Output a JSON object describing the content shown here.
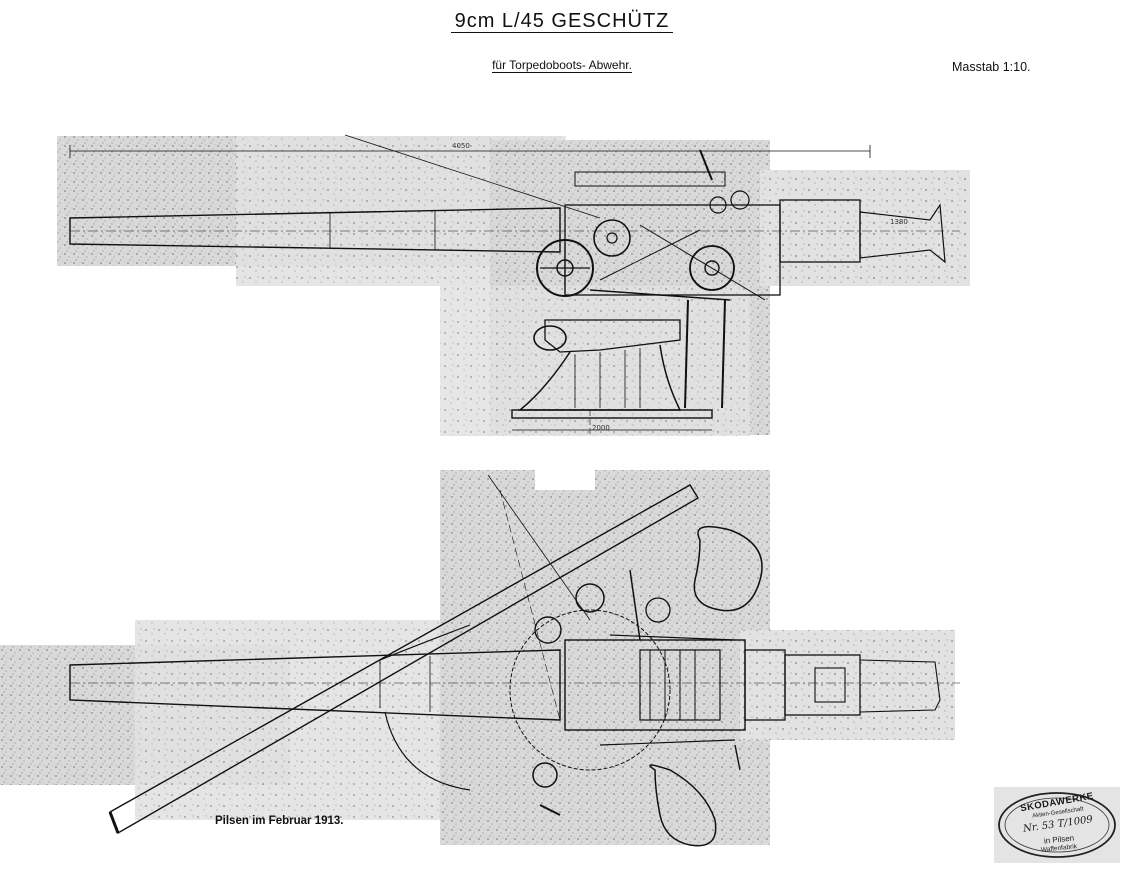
{
  "document": {
    "title": "9cm L/45 GESCHÜTZ",
    "subtitle": "für Torpedoboots- Abwehr.",
    "scale": "Masstab 1:10.",
    "place_date": "Pilsen im Februar 1913.",
    "dimension_labels": {
      "overall_length": "4050",
      "short_dim": "1380",
      "base_dim": "2000"
    },
    "stamp": {
      "line1": "SKODAWERKE",
      "line2": "Aktien-Gesellschaft",
      "number": "Nr. 53 T/1009",
      "line3": "in Pilsen",
      "line4": "Waffenfabrik"
    }
  }
}
